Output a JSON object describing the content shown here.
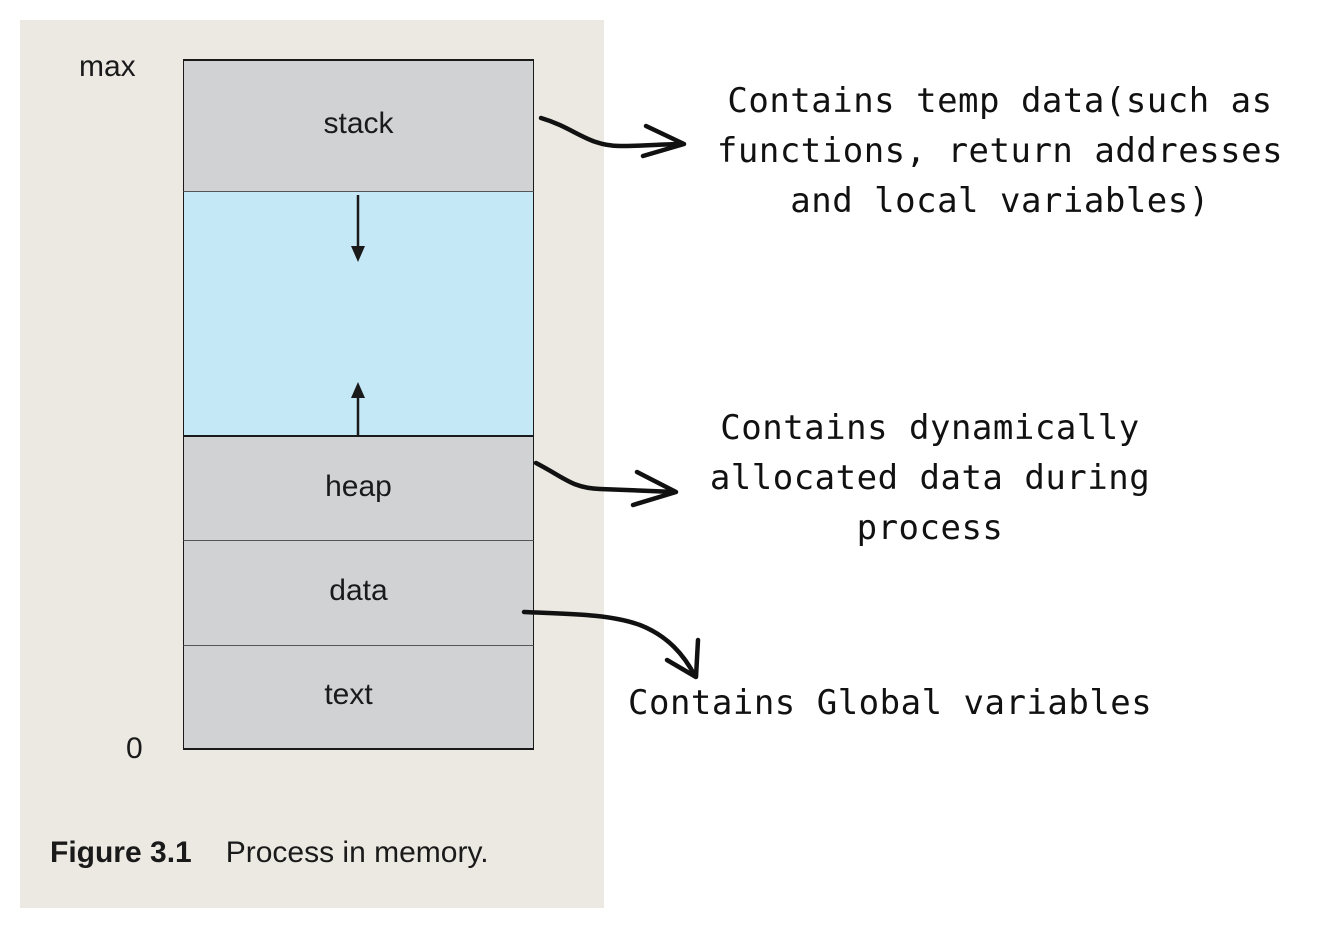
{
  "figure": {
    "axis_top": "max",
    "axis_bottom": "0",
    "segments": {
      "stack": "stack",
      "heap": "heap",
      "data": "data",
      "text": "text"
    },
    "caption_number": "Figure 3.1",
    "caption_text": "Process in memory."
  },
  "annotations": {
    "stack": "Contains temp data(such as\nfunctions, return addresses\nand local variables)",
    "heap": "Contains dynamically\nallocated data during\nprocess",
    "data": "Contains Global variables"
  },
  "colors": {
    "panel": "#ece9e3",
    "segment": "#d1d2d4",
    "free_space": "#c5e8f7",
    "ink": "#1a1a1a"
  }
}
